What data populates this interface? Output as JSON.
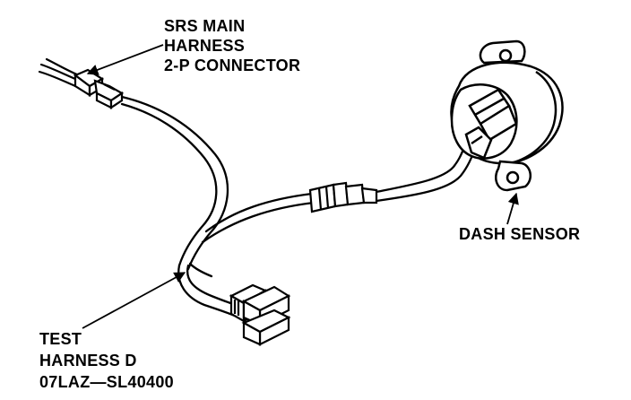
{
  "labels": {
    "srs_main_harness": [
      "SRS MAIN",
      "HARNESS",
      "2-P CONNECTOR"
    ],
    "dash_sensor": "DASH SENSOR",
    "test_harness": [
      "TEST",
      "HARNESS D",
      "07LAZ—SL40400"
    ]
  },
  "colors": {
    "line": "#000000",
    "background": "#ffffff"
  }
}
